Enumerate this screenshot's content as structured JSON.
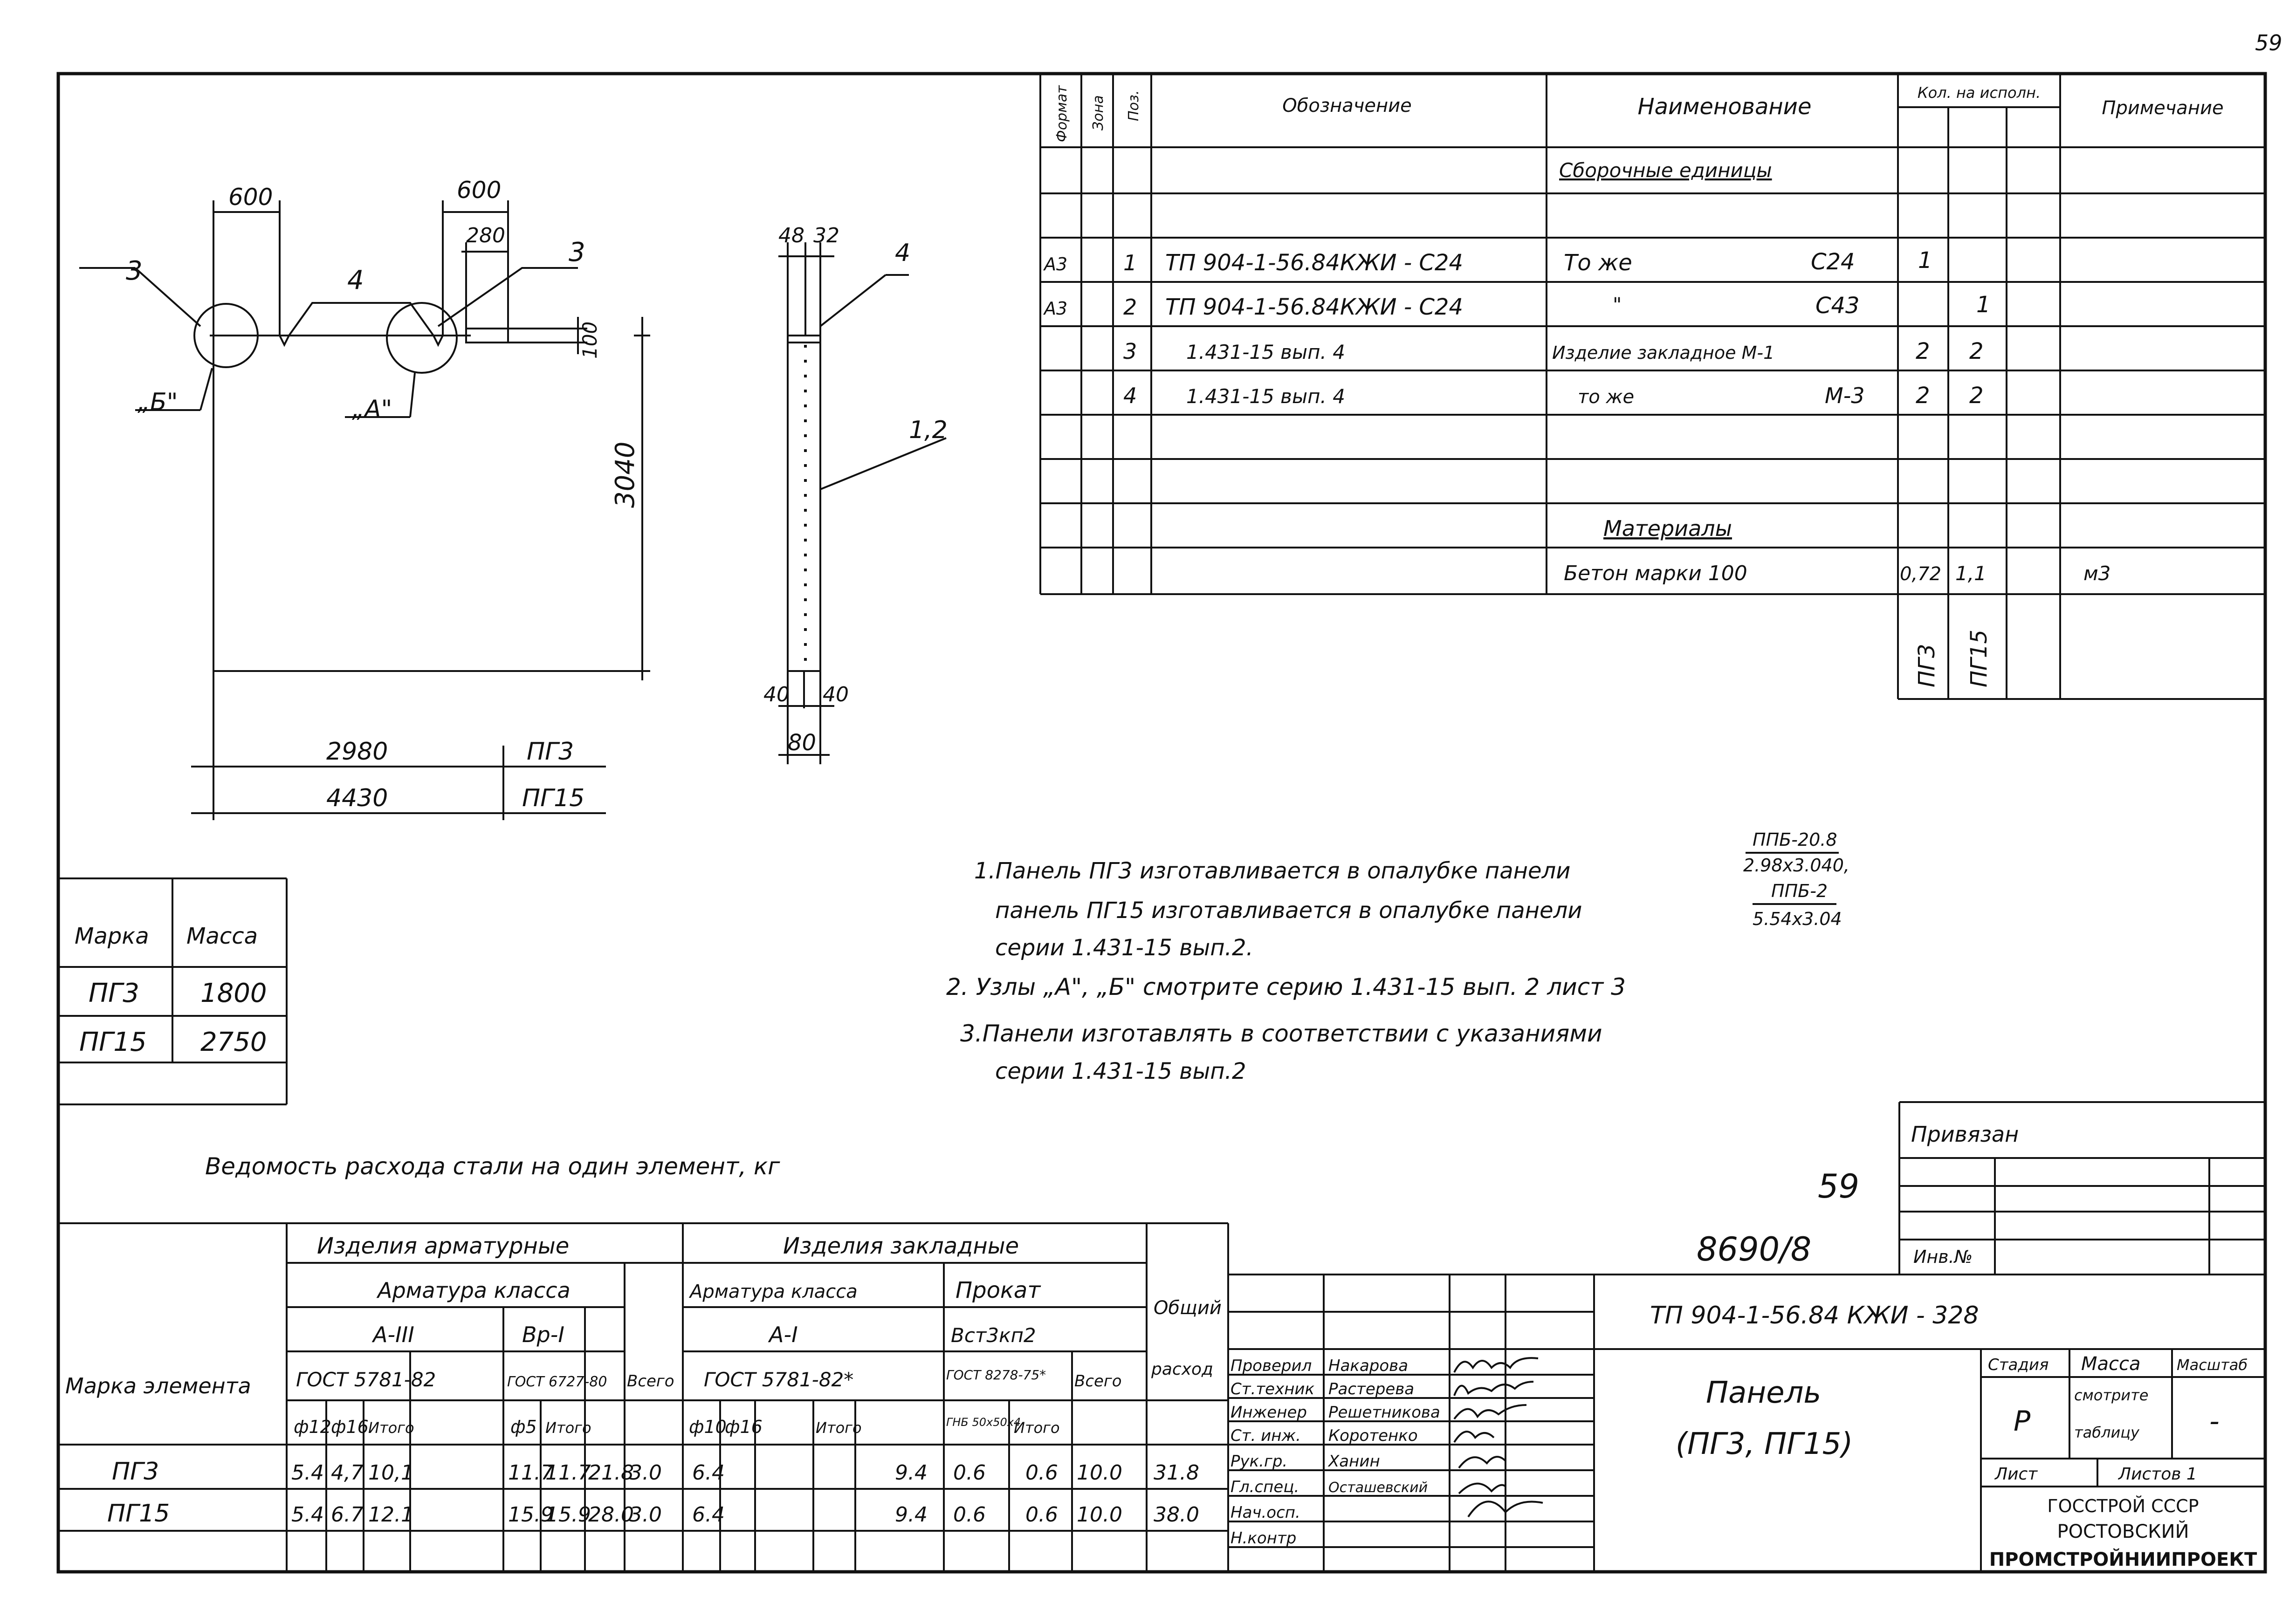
{
  "page_number": "59",
  "spec_table": {
    "headers": {
      "format": "Формат",
      "zone": "Зона",
      "pos": "Поз.",
      "designation": "Обозначение",
      "name": "Наименование",
      "qty": "Кол. на исполн.",
      "note": "Примечание"
    },
    "section_assemblies": "Сборочные единицы",
    "rows": [
      {
        "format": "А3",
        "pos": "1",
        "designation": "ТП 904-1-56.84КЖИ - С24",
        "name": "То же",
        "name_right": "С24",
        "q1": "1",
        "q2": ""
      },
      {
        "format": "А3",
        "pos": "2",
        "designation": "ТП 904-1-56.84КЖИ - С24",
        "name": "\"",
        "name_right": "С43",
        "q1": "",
        "q2": "1"
      },
      {
        "format": "",
        "pos": "3",
        "designation": "1.431-15  вып. 4",
        "name": "Изделие закладное М-1",
        "name_right": "",
        "q1": "2",
        "q2": "2"
      },
      {
        "format": "",
        "pos": "4",
        "designation": "1.431-15  вып. 4",
        "name": "то же",
        "name_right": "М-3",
        "q1": "2",
        "q2": "2"
      }
    ],
    "section_materials": "Материалы",
    "materials": {
      "name": "Бетон марки 100",
      "q1": "0,72",
      "q2": "1,1",
      "note": "м3"
    },
    "variant_labels": [
      "ПГ3",
      "ПГ15"
    ]
  },
  "drawing_left": {
    "dims": {
      "top_left": "600",
      "top_right": "600",
      "top_inner": "280",
      "bracket": "100",
      "height": "3040",
      "width_pg3": "2980",
      "width_pg15": "4430"
    },
    "callouts": {
      "c3_left": "3",
      "c4": "4",
      "c3_right": "3",
      "node_b": "„Б\"",
      "node_a": "„А\""
    },
    "labels": {
      "pg3": "ПГ3",
      "pg15": "ПГ15"
    }
  },
  "drawing_section": {
    "dims": {
      "top_a": "48",
      "top_b": "32",
      "bot_a": "40",
      "bot_b": "40",
      "bot_total": "80"
    },
    "callouts": {
      "c4": "4",
      "c12": "1,2"
    }
  },
  "mass_table": {
    "headers": {
      "mark": "Марка",
      "mass": "Масса"
    },
    "rows": [
      {
        "mark": "ПГ3",
        "mass": "1800"
      },
      {
        "mark": "ПГ15",
        "mass": "2750"
      }
    ]
  },
  "notes": {
    "n1_a": "1.Панель   ПГ3  изготавливается в опалубке панели",
    "n1_frac1_top": "ППБ-20.8",
    "n1_frac1_bot": "2.98х3.040,",
    "n1_b": "панель  ПГ15  изготавливается в опалубке панели",
    "n1_frac2_top": "ППБ-2",
    "n1_frac2_bot": "5.54х3.04",
    "n1_c": "серии  1.431-15 вып.2.",
    "n2": "2.  Узлы  „А\", „Б\" смотрите   серию   1.431-15  вып. 2  лист 3",
    "n3_a": "3.Панели   изготавлять     в   соответствии   с указаниями",
    "n3_b": "серии   1.431-15  вып.2"
  },
  "steel_table": {
    "title": "Ведомость расхода стали на один элемент, кг",
    "h_armature_items": "Изделия арматурные",
    "h_armature_class": "Арматура класса",
    "h_a3": "А-III",
    "h_vr1": "Вр-I",
    "h_gost_a3": "ГОСТ 5781-82",
    "h_gost_vr": "ГОСТ 6727-80",
    "h_total": "Всего",
    "h_embedded": "Изделия закладные",
    "h_arm_class2": "Арматура класса",
    "h_prokat": "Прокат",
    "h_a1": "А-I",
    "h_vst": "Вст3кп2",
    "h_gost_a1": "ГОСТ 5781-82*",
    "h_gost_prokat": "ГОСТ 8278-75*",
    "h_gnb": "ГНБ 50х50х4",
    "h_total2": "Всего",
    "h_general": "Общий",
    "h_rashod": "расход",
    "h_mark": "Марка элемента",
    "h_d12": "ф12",
    "h_d16": "ф16",
    "h_itogo": "Итого",
    "h_d5": "ф5",
    "h_itogo2": "Итого",
    "h_d10": "ф10",
    "h_d16b": "ф16",
    "h_itogo3": "Итого",
    "h_itogo4": "Итого",
    "rows": [
      {
        "mark": "ПГ3",
        "d12": "5.4",
        "d16": "4,7",
        "it1": "10,1",
        "d5": "11.7",
        "it2": "11.7",
        "tot1": "21.8",
        "d10": "3.0",
        "d16b": "6.4",
        "it3": "9.4",
        "gnb": "0.6",
        "it4": "0.6",
        "tot2": "10.0",
        "general": "31.8"
      },
      {
        "mark": "ПГ15",
        "d12": "5.4",
        "d16": "6.7",
        "it1": "12.1",
        "d5": "15.9",
        "it2": "15.9",
        "tot1": "28.0",
        "d10": "3.0",
        "d16b": "6.4",
        "it3": "9.4",
        "gnb": "0.6",
        "it4": "0.6",
        "tot2": "10.0",
        "general": "38.0"
      }
    ]
  },
  "privyazan": {
    "label": "Привязан",
    "inv": "Инв.№"
  },
  "margin": {
    "num": "59",
    "doc": "8690/8"
  },
  "title_block": {
    "code": "ТП 904-1-56.84 КЖИ - 328",
    "title": "Панель",
    "subtitle": "(ПГ3, ПГ15)",
    "stage_h": "Стадия",
    "mass_h": "Масса",
    "scale_h": "Масштаб",
    "stage": "Р",
    "mass_val1": "смотрите",
    "mass_val2": "таблицу",
    "scale": "-",
    "sheet": "Лист",
    "sheets": "Листов  1",
    "org1": "ГОССТРОЙ СССР",
    "org2": "РОСТОВСКИЙ",
    "org3": "ПРОМСТРОЙНИИПРОЕКТ",
    "roles": [
      {
        "role": "Проверил",
        "name": "Накарова"
      },
      {
        "role": "Ст.техник",
        "name": "Растерева"
      },
      {
        "role": "Инженер",
        "name": "Решетникова"
      },
      {
        "role": "Ст. инж.",
        "name": "Коротенко"
      },
      {
        "role": "Рук.гр.",
        "name": "Ханин"
      },
      {
        "role": "Гл.спец.",
        "name": "Осташевский"
      },
      {
        "role": "Нач.осп.",
        "name": ""
      },
      {
        "role": "Н.контр",
        "name": ""
      }
    ]
  }
}
